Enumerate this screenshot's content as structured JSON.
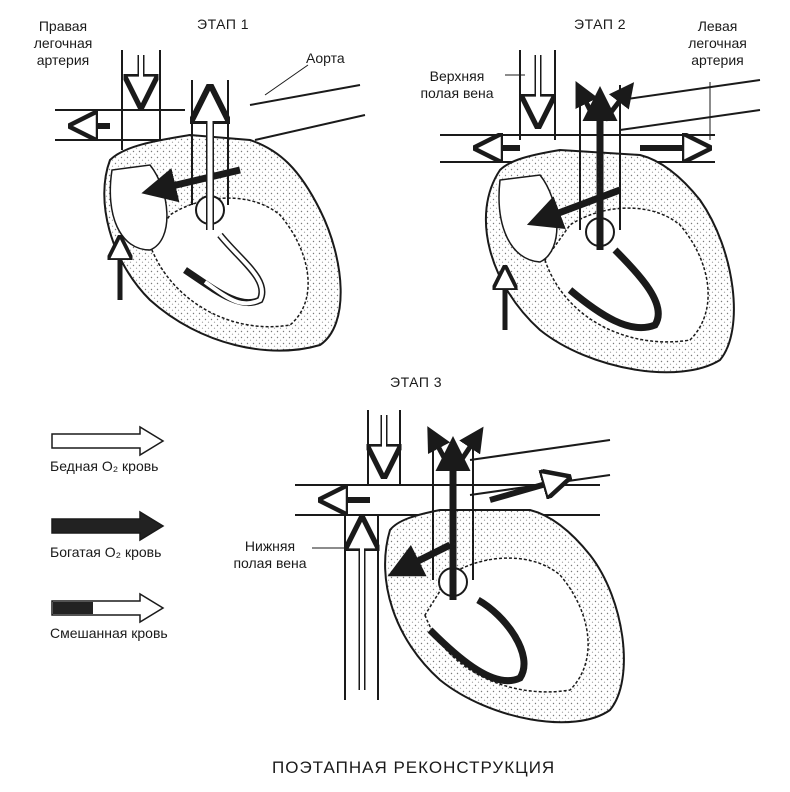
{
  "title": "ПОЭТАПНАЯ РЕКОНСТРУКЦИЯ",
  "stages": [
    {
      "title": "ЭТАП 1"
    },
    {
      "title": "ЭТАП 2"
    },
    {
      "title": "ЭТАП 3"
    }
  ],
  "labels": {
    "right_pulmonary_artery": [
      "Правая",
      "легочная",
      "артерия"
    ],
    "aorta": "Аорта",
    "superior_vena_cava": [
      "Верхняя",
      "полая вена"
    ],
    "left_pulmonary_artery": [
      "Левая",
      "легочная",
      "артерия"
    ],
    "inferior_vena_cava": [
      "Нижняя",
      "полая вена"
    ]
  },
  "legend": [
    {
      "label": "Бедная O₂ кровь",
      "fill": "#ffffff"
    },
    {
      "label": "Богатая O₂ кровь",
      "fill": "#222222"
    },
    {
      "label": "Смешанная кровь",
      "fill": "mixed"
    }
  ],
  "colors": {
    "ink": "#1a1a1a",
    "paper": "#ffffff",
    "stipple": "#d8d8d8"
  }
}
